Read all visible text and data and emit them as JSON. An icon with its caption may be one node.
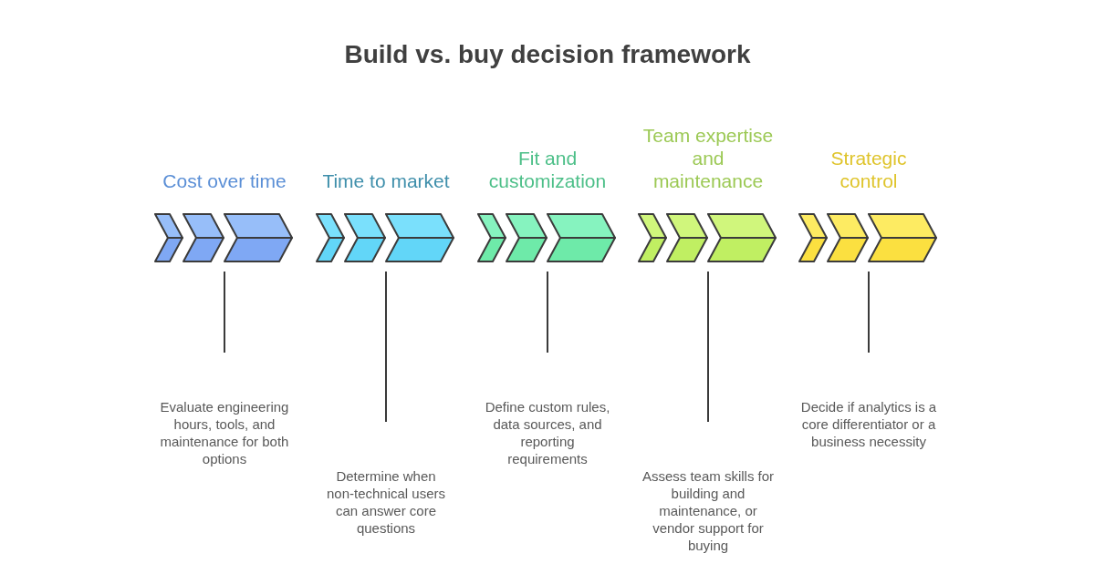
{
  "diagram": {
    "title": "Build vs. buy decision framework",
    "nodes": [
      {
        "text": [
          "Cost over time"
        ]
      },
      {
        "text": [
          "Evaluate engineering hours, tools, and maintenance for both options"
        ]
      },
      {
        "text": [
          "Time to market"
        ]
      },
      {
        "text": [
          "Determine when non-technical users can answer core questions"
        ]
      },
      {
        "text": [
          "Fit and customization"
        ]
      },
      {
        "text": [
          "Define custom rules, data sources, and reporting requirements"
        ]
      },
      {
        "text": [
          "Team expertise and maintenance"
        ]
      },
      {
        "text": [
          "Assess team skills for building and maintenance, or vendor support for buying"
        ]
      },
      {
        "text": [
          "Strategic control"
        ]
      },
      {
        "text": [
          "Decide if analytics is a core differentiator or a business necessity"
        ]
      }
    ],
    "edges": [
      {
        "from": 0,
        "to": 1,
        "arrow": "none"
      },
      {
        "from": 2,
        "to": 3,
        "arrow": "none"
      },
      {
        "from": 4,
        "to": 5,
        "arrow": "none"
      },
      {
        "from": 6,
        "to": 7,
        "arrow": "none"
      },
      {
        "from": 8,
        "to": 9,
        "arrow": "none"
      }
    ]
  }
}
